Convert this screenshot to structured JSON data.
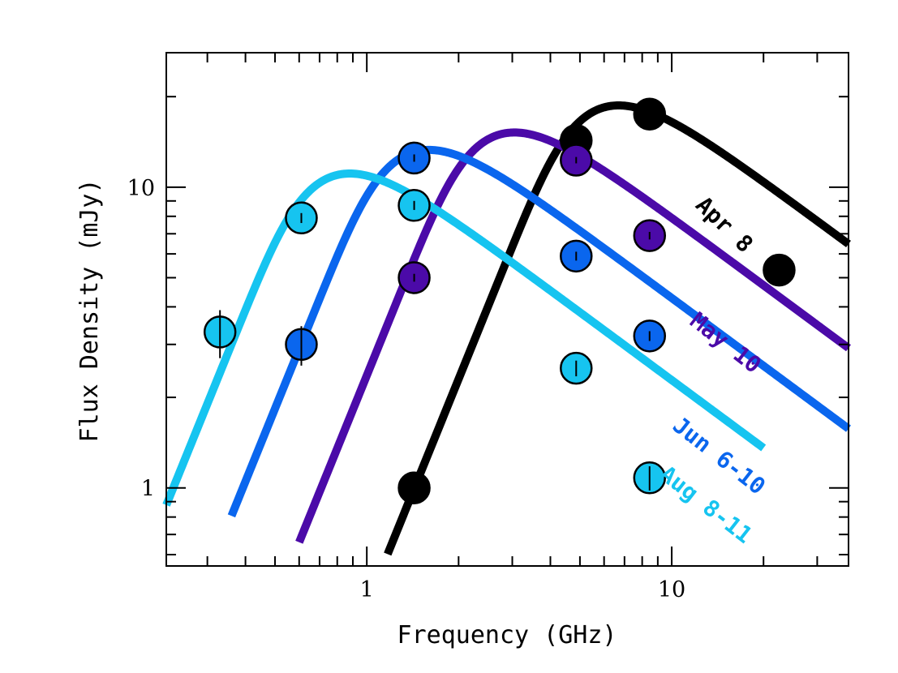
{
  "chart_data": {
    "type": "line",
    "title": "",
    "xlabel": "Frequency (GHz)",
    "ylabel": "Flux Density (mJy)",
    "xscale": "log",
    "yscale": "log",
    "xlim": [
      0.22,
      38
    ],
    "ylim": [
      0.55,
      28
    ],
    "grid": false,
    "x_tick_labels": [
      {
        "value": 1,
        "label": "1"
      },
      {
        "value": 10,
        "label": "10"
      }
    ],
    "y_tick_labels": [
      {
        "value": 1,
        "label": "1"
      },
      {
        "value": 10,
        "label": "10"
      }
    ],
    "series": [
      {
        "name": "Apr 8",
        "color": "#000000",
        "fit": {
          "peak_freq": 6.7,
          "peak_flux": 18.7
        },
        "curve_range": [
          1.17,
          38
        ],
        "label_at": [
          14.3,
          7.2
        ],
        "label_angle": 44,
        "points": [
          {
            "x": 1.43,
            "y": 1.0,
            "err": 0
          },
          {
            "x": 4.86,
            "y": 14.3,
            "err": 0
          },
          {
            "x": 8.46,
            "y": 17.5,
            "err": 0
          },
          {
            "x": 22.5,
            "y": 5.3,
            "err": 0
          }
        ]
      },
      {
        "name": "May 10",
        "color": "#4b0aa8",
        "fit": {
          "peak_freq": 3.05,
          "peak_flux": 15.2
        },
        "curve_range": [
          0.6,
          38
        ],
        "label_at": [
          14.5,
          2.9
        ],
        "label_angle": 38,
        "points": [
          {
            "x": 1.43,
            "y": 5.0,
            "err": 0.15
          },
          {
            "x": 4.86,
            "y": 12.3,
            "err": 0.3
          },
          {
            "x": 8.46,
            "y": 6.9,
            "err": 0.2
          },
          {
            "x": 22.5,
            "y": 0,
            "err": 0
          }
        ]
      },
      {
        "name": "Jun 6-10",
        "color": "#0a66ee",
        "fit": {
          "peak_freq": 1.6,
          "peak_flux": 13.3
        },
        "curve_range": [
          0.36,
          38
        ],
        "label_at": [
          13.8,
          1.22
        ],
        "label_angle": 38,
        "points": [
          {
            "x": 0.61,
            "y": 3.0,
            "err": 0.45
          },
          {
            "x": 1.43,
            "y": 12.5,
            "err": 0.35
          },
          {
            "x": 4.86,
            "y": 5.9,
            "err": 0.2
          },
          {
            "x": 8.46,
            "y": 3.2,
            "err": 0.12
          }
        ]
      },
      {
        "name": "Aug 8-11",
        "color": "#16c4f0",
        "fit": {
          "peak_freq": 0.88,
          "peak_flux": 11.1
        },
        "curve_range": [
          0.22,
          20
        ],
        "label_at": [
          12.5,
          0.84
        ],
        "label_angle": 38,
        "points": [
          {
            "x": 0.33,
            "y": 3.3,
            "err": 0.6
          },
          {
            "x": 0.61,
            "y": 7.9,
            "err": 0.3
          },
          {
            "x": 1.43,
            "y": 8.7,
            "err": 0.3
          },
          {
            "x": 4.86,
            "y": 2.5,
            "err": 0.15
          },
          {
            "x": 8.46,
            "y": 1.08,
            "err": 0.1
          }
        ]
      }
    ]
  }
}
